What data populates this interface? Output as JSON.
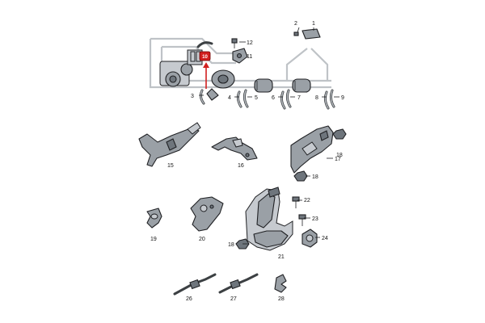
{
  "highlight": {
    "color": "#d21f1f"
  },
  "callouts": {
    "c1": "1",
    "c2": "2",
    "c3": "3",
    "c4": "4",
    "c5": "5",
    "c6": "6",
    "c7": "7",
    "c8": "8",
    "c9": "9",
    "c11": "11",
    "c12": "12",
    "c15": "15",
    "c16": "16",
    "c17": "17",
    "c18a": "18",
    "c18b": "18",
    "c18c": "18",
    "c19": "19",
    "c20": "20",
    "c21": "21",
    "c22": "22",
    "c23": "23",
    "c24": "24",
    "c26": "26",
    "c27": "27",
    "c28": "28",
    "badge": "10"
  }
}
